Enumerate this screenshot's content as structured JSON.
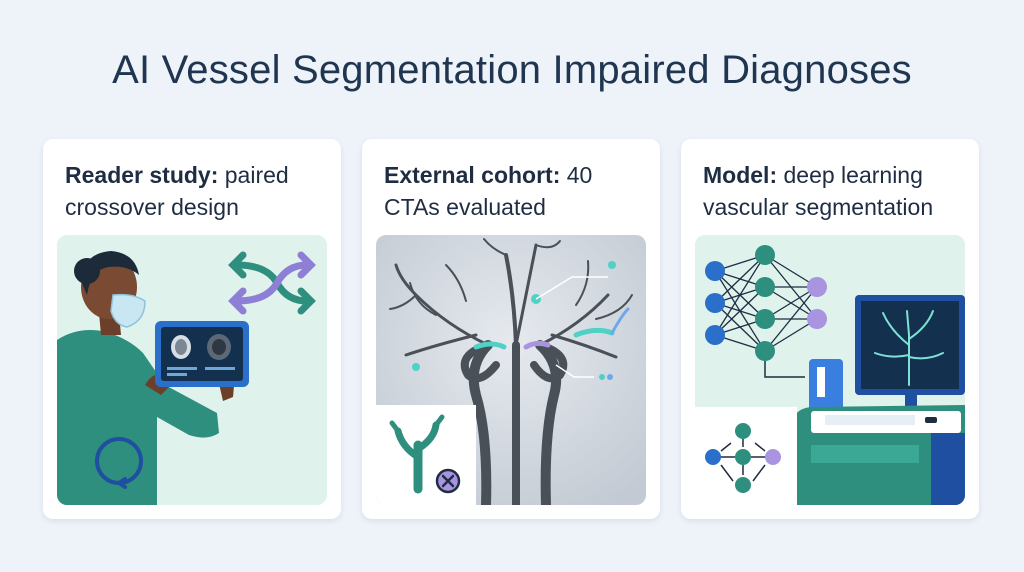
{
  "title": "AI Vessel Segmentation Impaired Diagnoses",
  "cards": [
    {
      "label": "Reader study:",
      "text": " paired crossover design",
      "icons": [
        "clinician-with-tablet",
        "crossover-arrows-icon",
        "cycle-arrows-icon"
      ]
    },
    {
      "label": "External cohort:",
      "text": " 40 CTAs evaluated",
      "icons": [
        "vessel-tree-illustration",
        "vessel-error-icon"
      ]
    },
    {
      "label": "Model:",
      "text": " deep learning vascular segmentation",
      "icons": [
        "neural-network-icon",
        "workstation-monitor",
        "flow-diagram-icon"
      ]
    }
  ],
  "colors": {
    "background": "#eef3f9",
    "teal": "#2f8f7e",
    "accent_purple": "#8e7fd6",
    "navy": "#1e4fa0",
    "mint_panel": "#dff2ec",
    "gray_panel": "#cfd5dd"
  }
}
